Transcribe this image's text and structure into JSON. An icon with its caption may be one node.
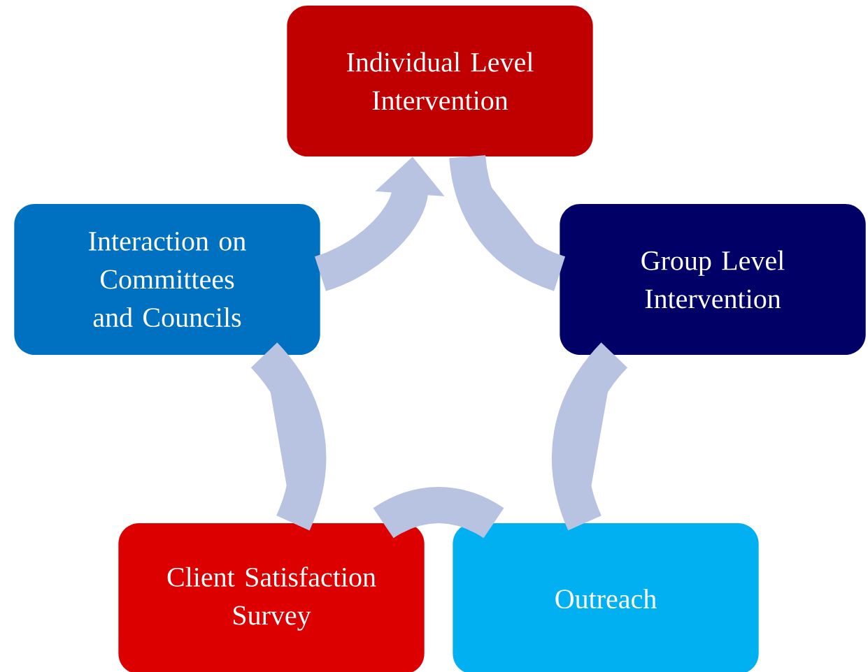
{
  "diagram": {
    "nodes": [
      {
        "text": [
          "Individual Level Intervention"
        ]
      },
      {
        "text": [
          "Group Level Intervention"
        ]
      },
      {
        "text": [
          "Outreach"
        ]
      },
      {
        "text": [
          "Client Satisfaction Survey"
        ]
      },
      {
        "text": [
          "Interaction on Committees and Councils"
        ]
      }
    ],
    "edges": [
      {
        "from": 0,
        "to": 1,
        "arrow": "none"
      },
      {
        "from": 1,
        "to": 2,
        "arrow": "none"
      },
      {
        "from": 2,
        "to": 3,
        "arrow": "none"
      },
      {
        "from": 3,
        "to": 4,
        "arrow": "none"
      },
      {
        "from": 4,
        "to": 0,
        "arrow": "to"
      }
    ]
  }
}
